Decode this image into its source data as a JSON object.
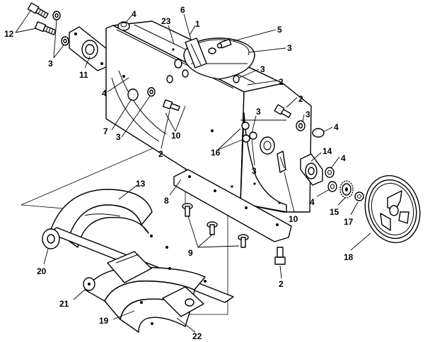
{
  "diagram": {
    "type": "exploded-parts-diagram",
    "colors": {
      "line": "#000000",
      "background": "#ffffff"
    },
    "callouts": [
      {
        "id": "c12",
        "text": "12"
      },
      {
        "id": "c4a",
        "text": "4"
      },
      {
        "id": "c23",
        "text": "23"
      },
      {
        "id": "c6",
        "text": "6"
      },
      {
        "id": "c1",
        "text": "1"
      },
      {
        "id": "c5",
        "text": "5"
      },
      {
        "id": "c3a",
        "text": "3"
      },
      {
        "id": "c3b",
        "text": "3"
      },
      {
        "id": "c11",
        "text": "11"
      },
      {
        "id": "c3c",
        "text": "3"
      },
      {
        "id": "c2a",
        "text": "2"
      },
      {
        "id": "c2b",
        "text": "2"
      },
      {
        "id": "c4b",
        "text": "4"
      },
      {
        "id": "c3d",
        "text": "3"
      },
      {
        "id": "c3e",
        "text": "3"
      },
      {
        "id": "c4c",
        "text": "4"
      },
      {
        "id": "c7",
        "text": "7"
      },
      {
        "id": "c3f",
        "text": "3"
      },
      {
        "id": "c10a",
        "text": "10"
      },
      {
        "id": "c2c",
        "text": "2"
      },
      {
        "id": "c16",
        "text": "16"
      },
      {
        "id": "c3g",
        "text": "3"
      },
      {
        "id": "c14",
        "text": "14"
      },
      {
        "id": "c4d",
        "text": "4"
      },
      {
        "id": "c8",
        "text": "8"
      },
      {
        "id": "c13",
        "text": "13"
      },
      {
        "id": "c4e",
        "text": "4"
      },
      {
        "id": "c15",
        "text": "15"
      },
      {
        "id": "c17",
        "text": "17"
      },
      {
        "id": "c10b",
        "text": "10"
      },
      {
        "id": "c9",
        "text": "9"
      },
      {
        "id": "c18",
        "text": "18"
      },
      {
        "id": "c20",
        "text": "20"
      },
      {
        "id": "c2d",
        "text": "2"
      },
      {
        "id": "c21",
        "text": "21"
      },
      {
        "id": "c19",
        "text": "19"
      },
      {
        "id": "c22",
        "text": "22"
      }
    ]
  }
}
